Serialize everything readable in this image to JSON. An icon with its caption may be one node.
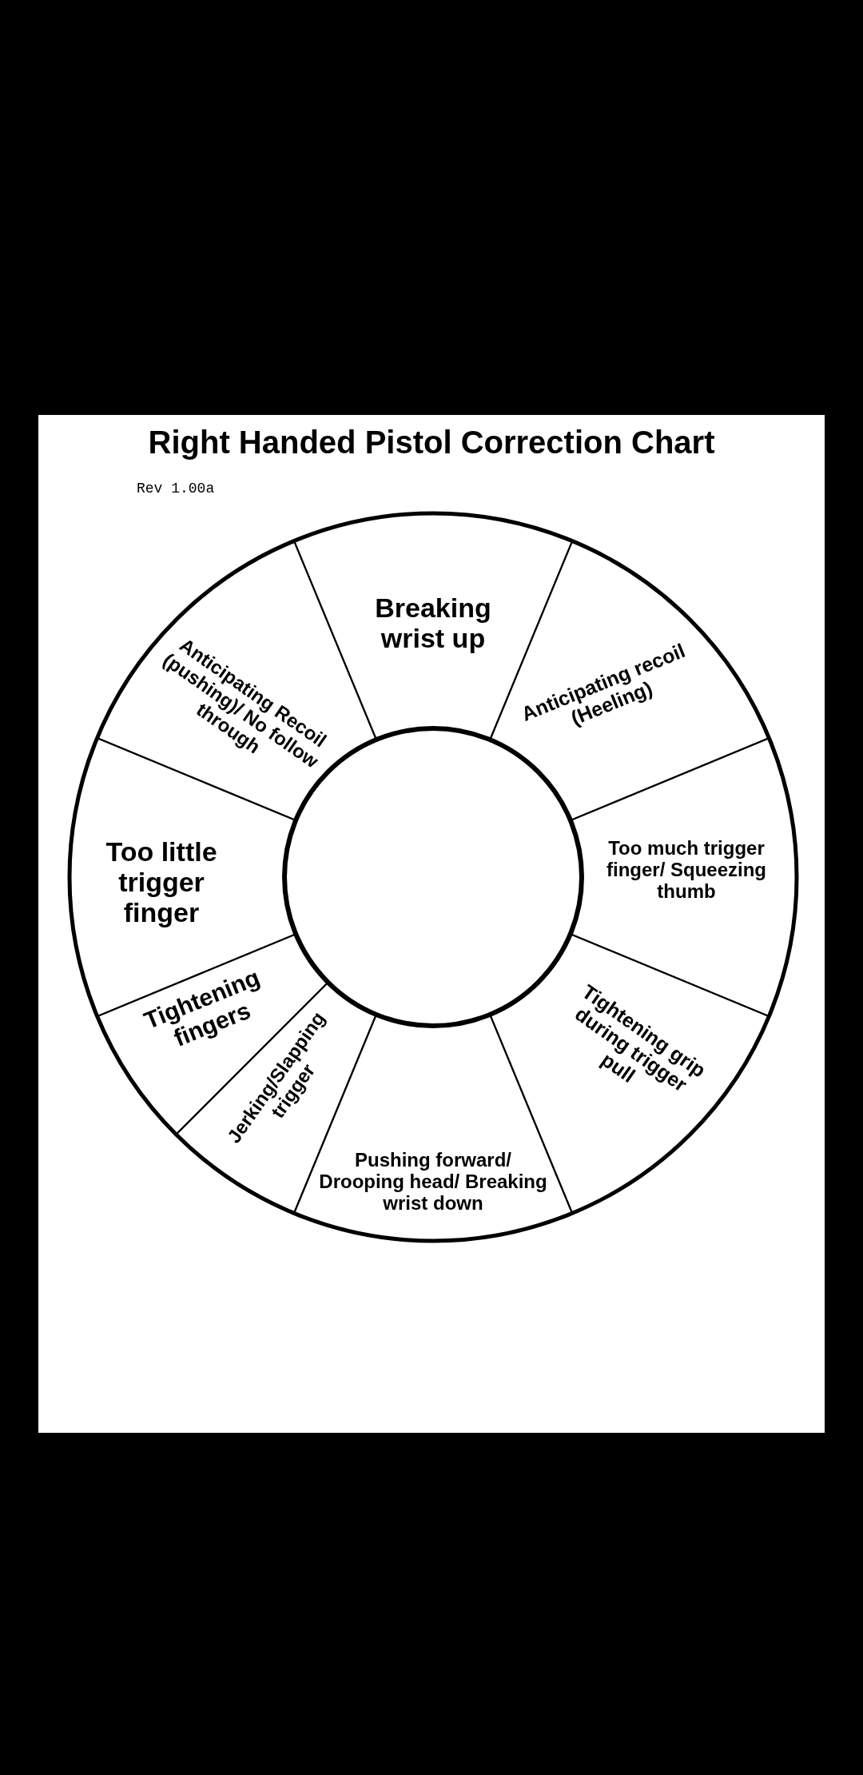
{
  "diagram": {
    "title": "Right Handed Pistol Correction Chart",
    "nodes": [
      {
        "text": [
          "Breaking wrist up"
        ]
      },
      {
        "text": [
          "Anticipating recoil (Heeling)"
        ]
      },
      {
        "text": [
          "Too much trigger finger/ Squeezing thumb"
        ]
      },
      {
        "text": [
          "Tightening grip during trigger pull"
        ]
      },
      {
        "text": [
          "Pushing forward/ Drooping head/ Breaking wrist down"
        ]
      },
      {
        "text": [
          "Jerking/Slapping trigger"
        ]
      },
      {
        "text": [
          "Tightening fingers"
        ]
      },
      {
        "text": [
          "Too little trigger finger"
        ]
      },
      {
        "text": [
          "Anticipating Recoil (pushing)/ No follow through"
        ]
      },
      {
        "text": [],
        "shape": "circle"
      }
    ],
    "labels": [
      "Rev 1.00a"
    ]
  }
}
